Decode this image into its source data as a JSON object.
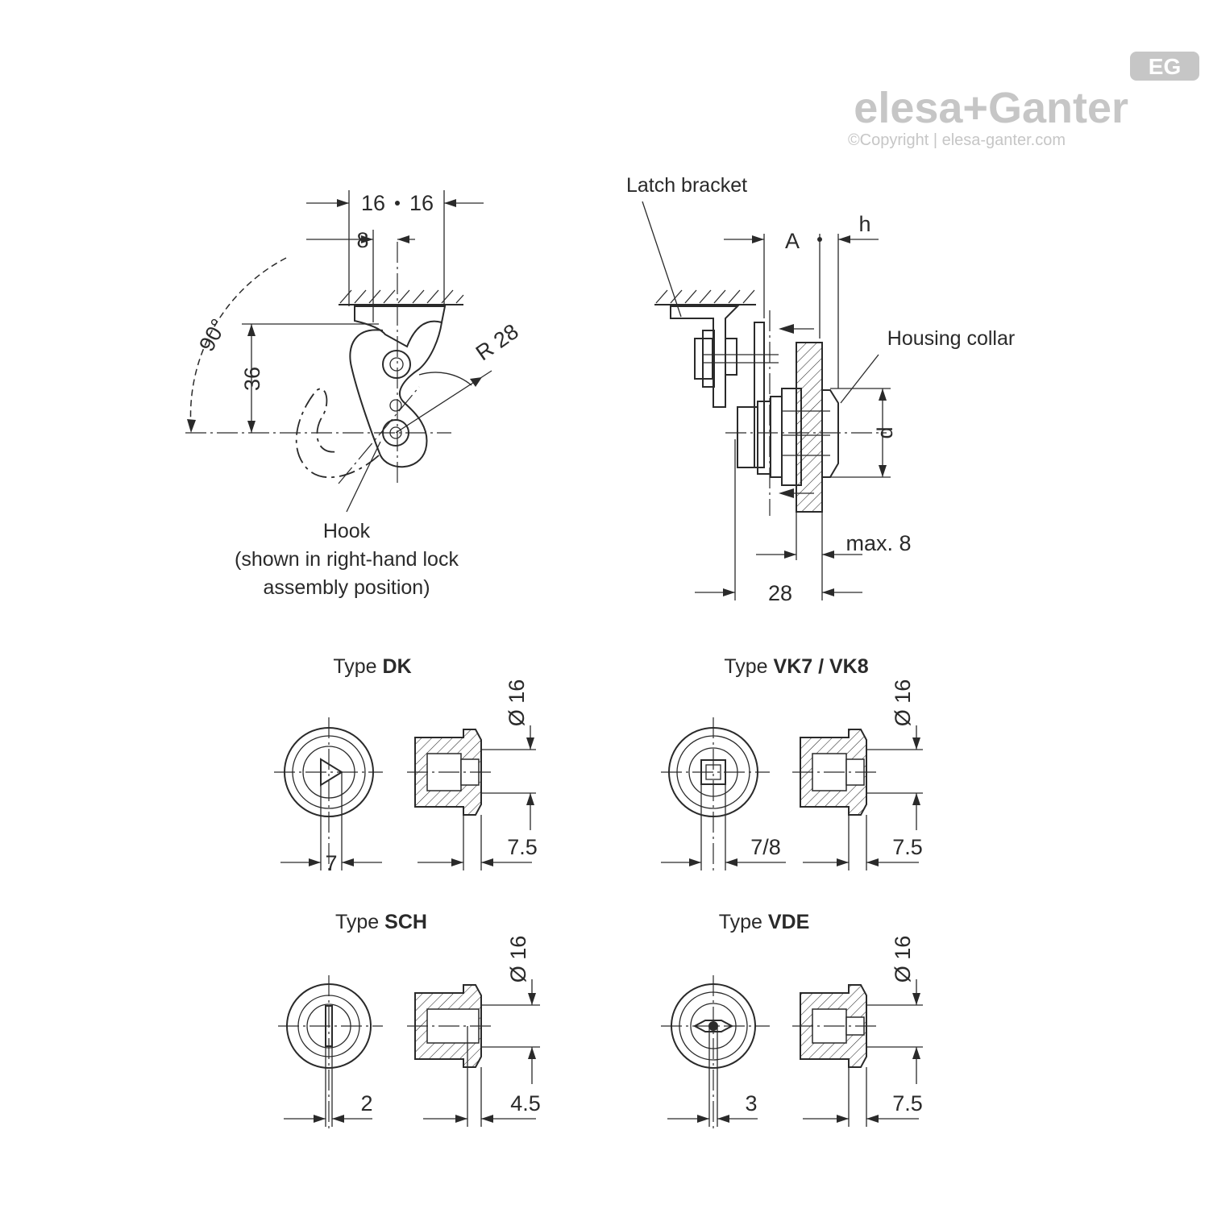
{
  "brand": {
    "name": "elesa+Ganter",
    "copyright": "©Copyright | elesa-ganter.com",
    "badge": "EG",
    "color": "#c6c6c6"
  },
  "hook_view": {
    "dim_16_left": "16",
    "dim_16_right": "16",
    "dim_8": "8",
    "dim_36": "36",
    "dim_angle": "90°",
    "dim_radius": "R 28",
    "label_line1": "Hook",
    "label_line2": "(shown in right-hand lock",
    "label_line3": "assembly position)"
  },
  "side_view": {
    "latch_bracket": "Latch bracket",
    "housing_collar": "Housing collar",
    "dim_A": "A",
    "dim_h": "h",
    "dim_d": "d",
    "dim_max8": "max. 8",
    "dim_28": "28"
  },
  "types": [
    {
      "prefix": "Type ",
      "name": "DK",
      "dia": "Ø 16",
      "key_dim": "7",
      "depth": "7.5",
      "key_icon": "triangle-key-icon"
    },
    {
      "prefix": "Type ",
      "name": "VK7 / VK8",
      "dia": "Ø 16",
      "key_dim": "7/8",
      "depth": "7.5",
      "key_icon": "square-key-icon"
    },
    {
      "prefix": "Type ",
      "name": "SCH",
      "dia": "Ø 16",
      "key_dim": "2",
      "depth": "4.5",
      "key_icon": "slot-key-icon"
    },
    {
      "prefix": "Type ",
      "name": "VDE",
      "dia": "Ø 16",
      "key_dim": "3",
      "depth": "7.5",
      "key_icon": "double-bit-key-icon"
    }
  ]
}
